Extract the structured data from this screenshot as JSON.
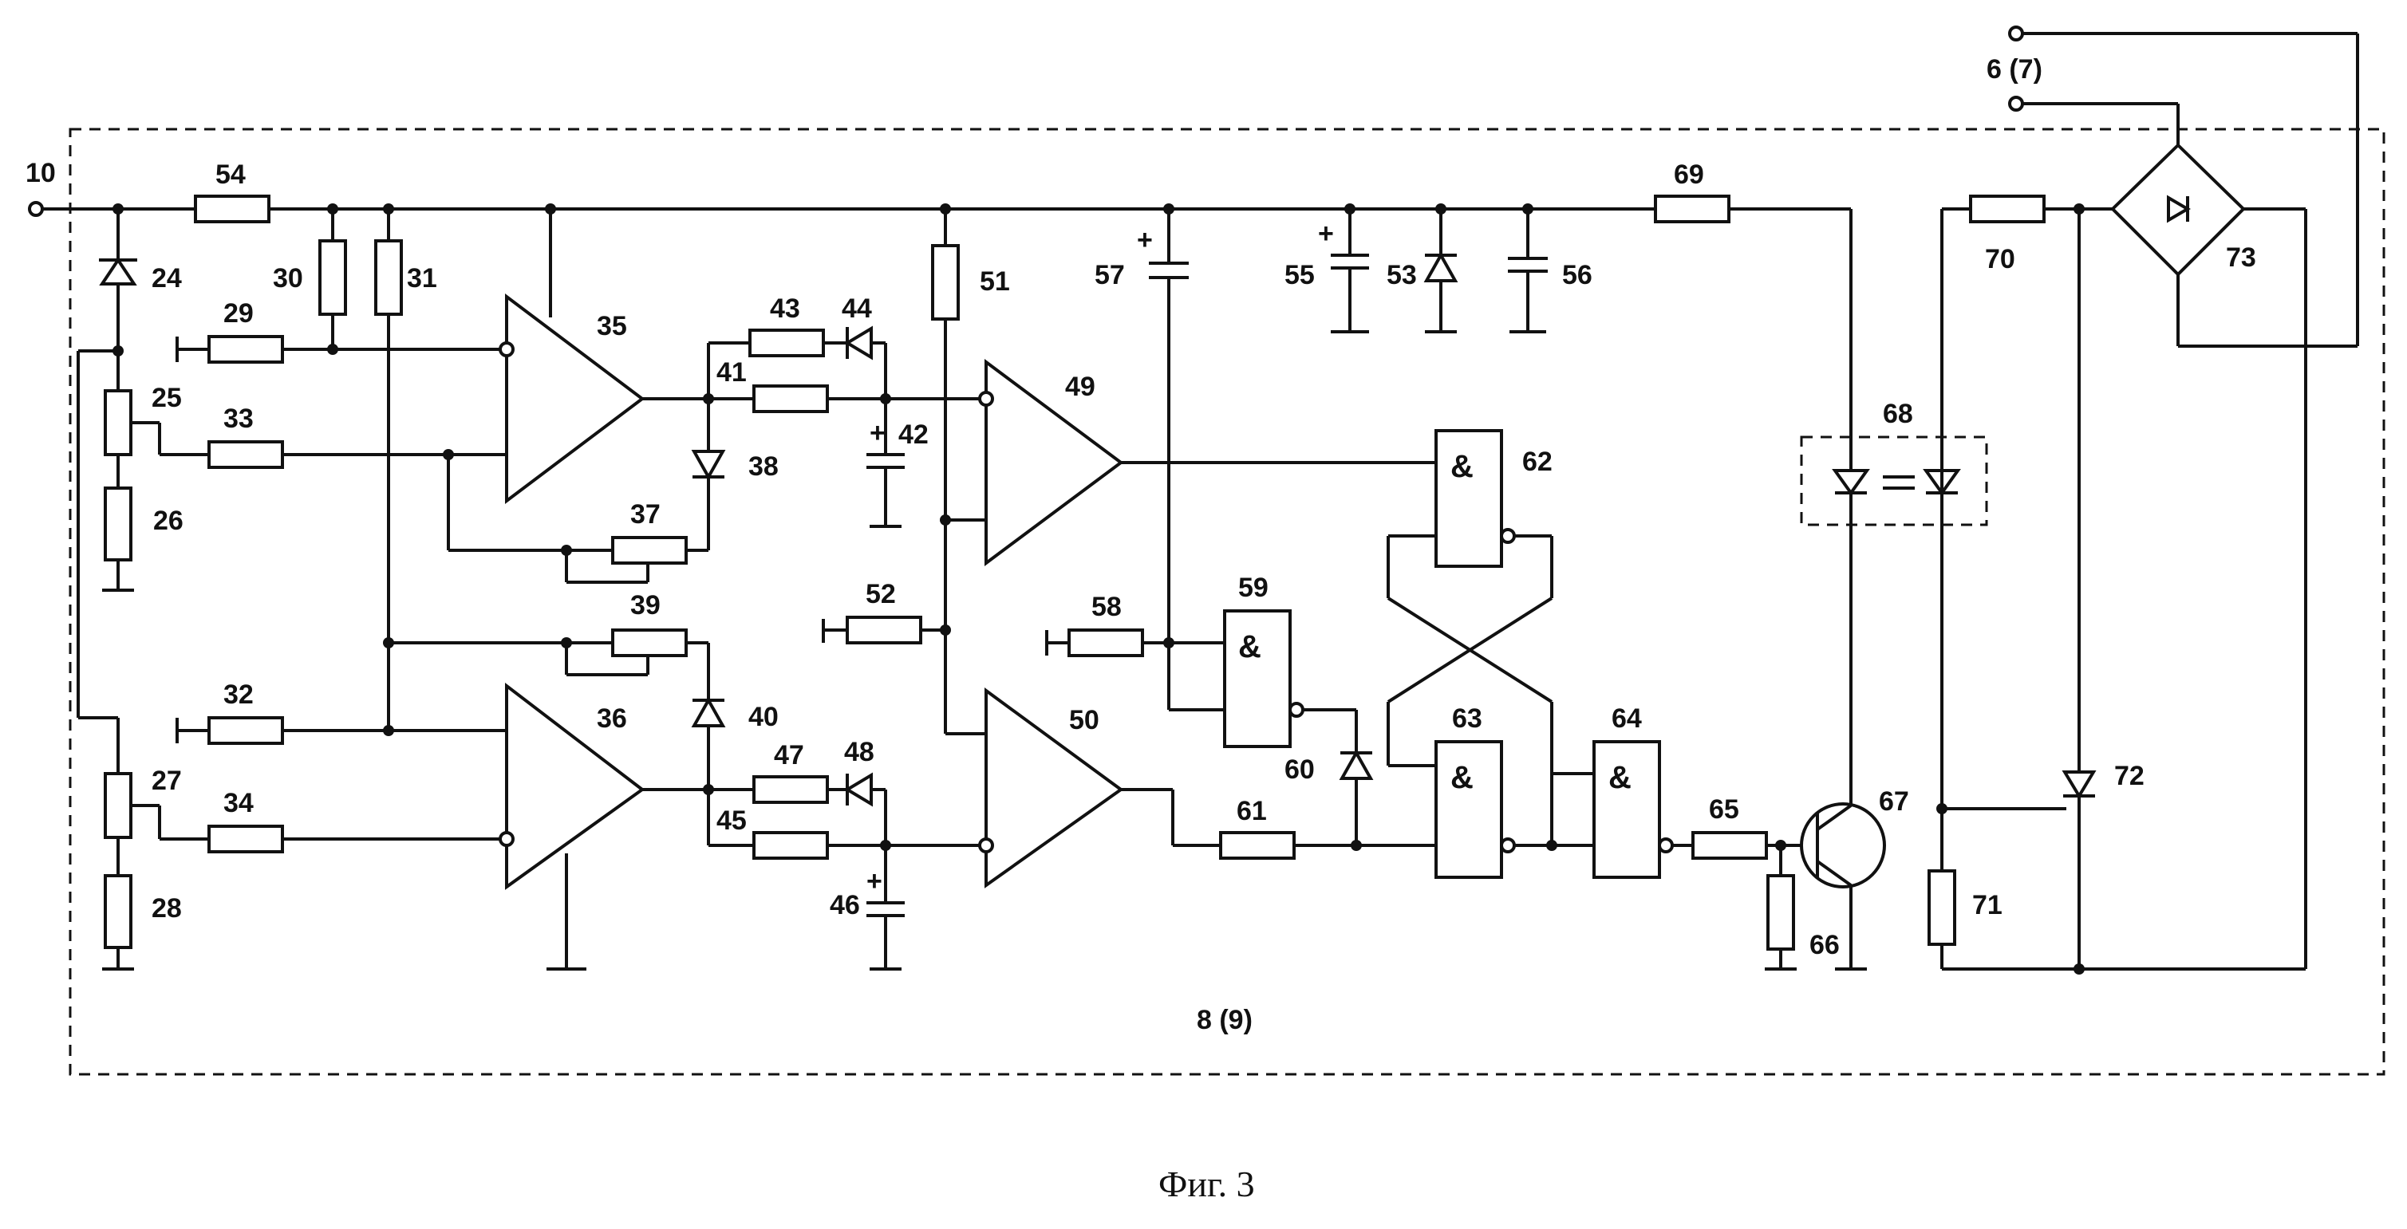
{
  "figure": {
    "caption": "Фиг. 3",
    "block_label": "8 (9)",
    "input_terminal": "10",
    "output_terminals": "6 (7)",
    "gate_symbol": "&"
  },
  "components": {
    "c24": "24",
    "c25": "25",
    "c26": "26",
    "c27": "27",
    "c28": "28",
    "c29": "29",
    "c30": "30",
    "c31": "31",
    "c32": "32",
    "c33": "33",
    "c34": "34",
    "c35": "35",
    "c36": "36",
    "c37": "37",
    "c38": "38",
    "c39": "39",
    "c40": "40",
    "c41": "41",
    "c42": "42",
    "c43": "43",
    "c44": "44",
    "c45": "45",
    "c46": "46",
    "c47": "47",
    "c48": "48",
    "c49": "49",
    "c50": "50",
    "c51": "51",
    "c52": "52",
    "c53": "53",
    "c54": "54",
    "c55": "55",
    "c56": "56",
    "c57": "57",
    "c58": "58",
    "c59": "59",
    "c60": "60",
    "c61": "61",
    "c62": "62",
    "c63": "63",
    "c64": "64",
    "c65": "65",
    "c66": "66",
    "c67": "67",
    "c68": "68",
    "c69": "69",
    "c70": "70",
    "c71": "71",
    "c72": "72",
    "c73": "73"
  },
  "polarity": {
    "plus": "+"
  }
}
